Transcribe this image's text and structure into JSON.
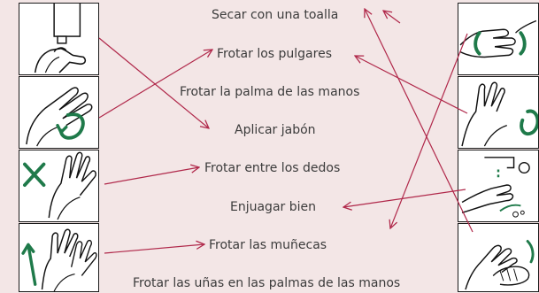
{
  "colors": {
    "background": "#f3e6e6",
    "arrow": "#b0284a",
    "accent": "#1f7a4a",
    "panel_border": "#1a1a1a",
    "text": "#3b3b3b"
  },
  "steps": [
    {
      "id": "secar",
      "label": "Secar con una toalla"
    },
    {
      "id": "pulgares",
      "label": "Frotar los pulgares"
    },
    {
      "id": "palma",
      "label": "Frotar la palma de las manos"
    },
    {
      "id": "jabon",
      "label": "Aplicar jabón"
    },
    {
      "id": "dedos",
      "label": "Frotar entre los dedos"
    },
    {
      "id": "enjuagar",
      "label": "Enjuagar bien"
    },
    {
      "id": "munecas",
      "label": "Frotar las muñecas"
    },
    {
      "id": "unas",
      "label": "Frotar las uñas en las palmas de las manos"
    }
  ],
  "left_pictures": [
    {
      "icon": "soap-dispenser-hands-icon"
    },
    {
      "icon": "rub-palms-icon"
    },
    {
      "icon": "interlaced-fingers-icon"
    },
    {
      "icon": "wrists-icon"
    }
  ],
  "right_pictures": [
    {
      "icon": "thumb-rub-icon"
    },
    {
      "icon": "fingertips-palm-icon"
    },
    {
      "icon": "rinse-faucet-icon"
    },
    {
      "icon": "towel-dry-icon"
    }
  ]
}
